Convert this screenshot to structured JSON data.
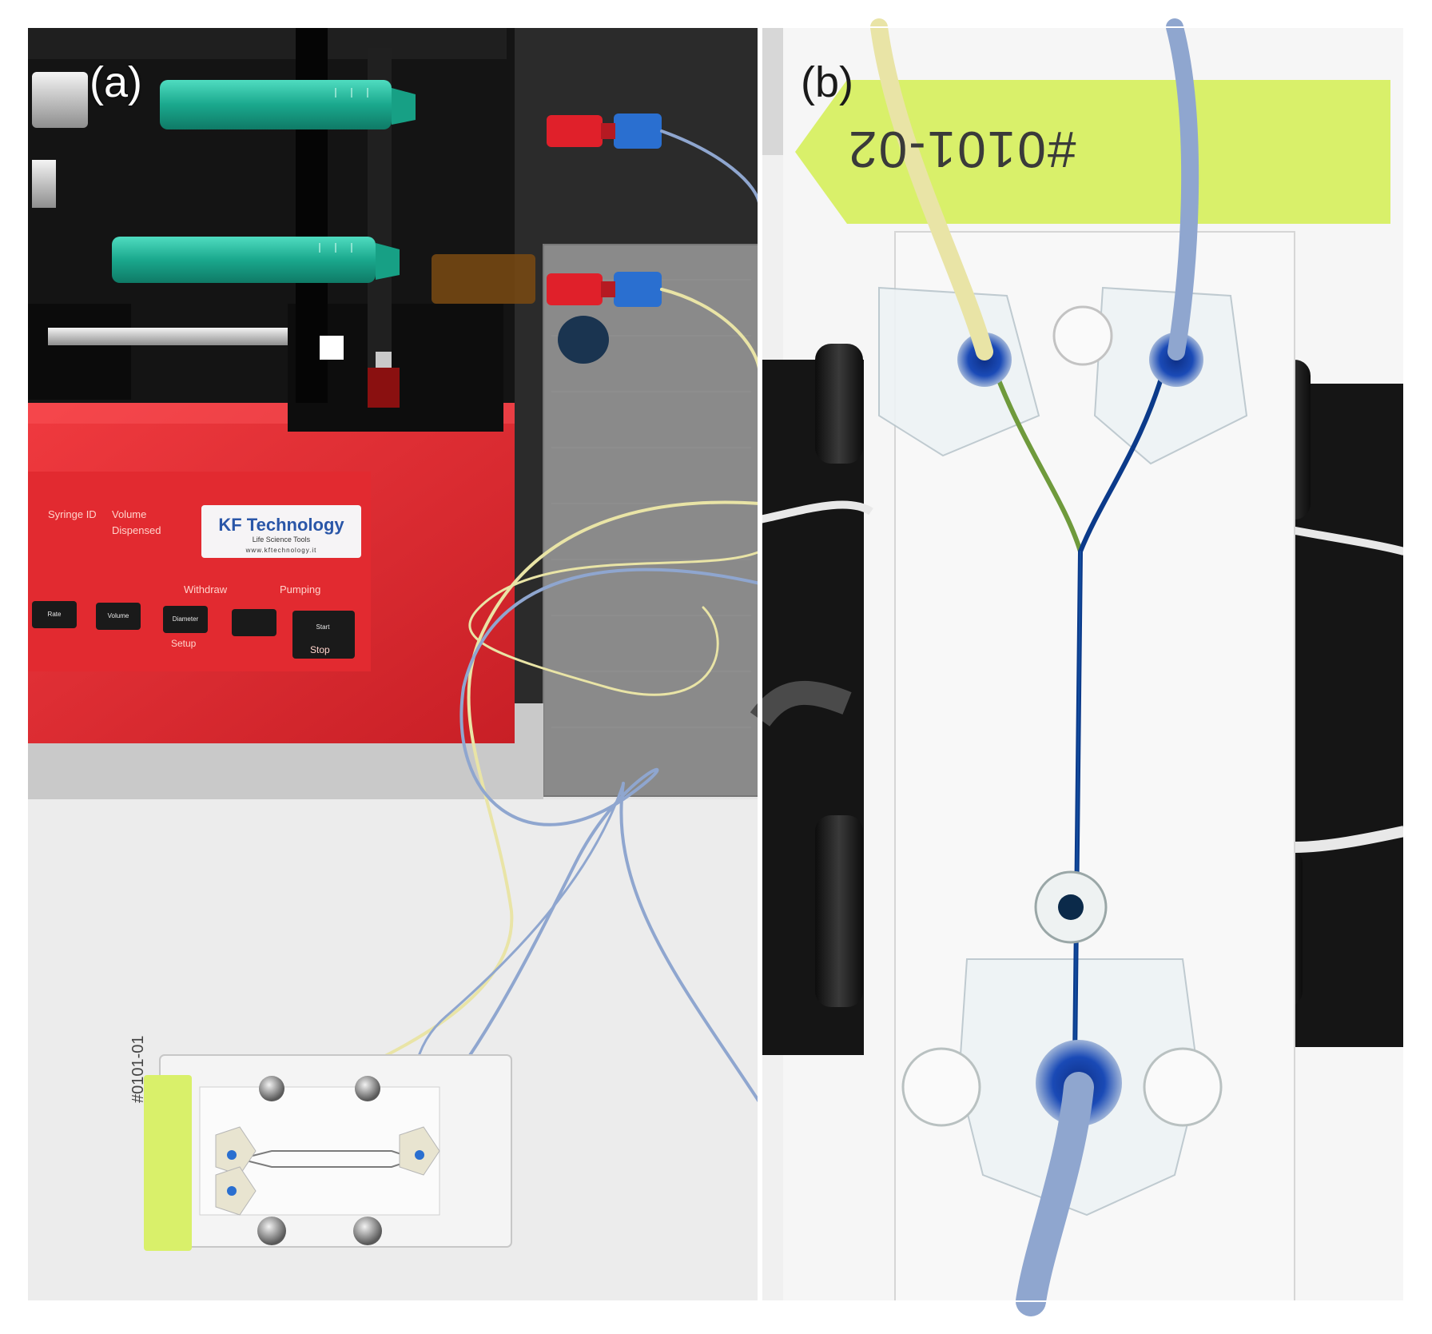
{
  "figure": {
    "panels": [
      {
        "label": "(a)"
      },
      {
        "label": "(b)"
      }
    ]
  },
  "pump": {
    "brand_name": "KF Technology",
    "brand_tagline": "Life Science Tools",
    "brand_url": "www.kftechnology.it",
    "indicators": {
      "syringe_id": "Syringe ID",
      "volume": "Volume",
      "dispensed": "Dispensed",
      "withdraw": "Withdraw",
      "pumping": "Pumping"
    },
    "buttons": [
      "Rate",
      "Volume",
      "Diameter",
      "",
      "Start"
    ],
    "button_sublabels": {
      "stop": "Stop",
      "setup": "Setup"
    }
  },
  "chip_label_b": "#0101-02",
  "chip_label_a": "#0101-01",
  "colors": {
    "pump_body": "#e8282e",
    "syringe": "#22b59a",
    "luer_red": "#e0202a",
    "luer_blue": "#2a6fd0",
    "tube_blue": "#8fa6cf",
    "tube_yellow": "#e9e4a6",
    "dye": "#0b3a8a",
    "label_tape": "#d9f06a",
    "clip": "#1c1c1c"
  }
}
